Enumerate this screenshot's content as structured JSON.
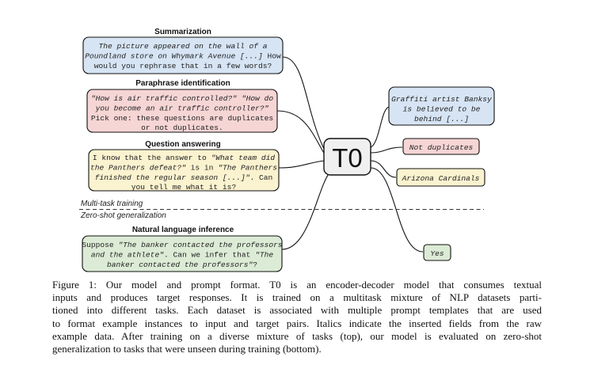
{
  "figure": {
    "model": {
      "label": "T0",
      "fill": "#f0f0f0"
    },
    "tasks": [
      {
        "id": "summarization",
        "title": "Summarization",
        "fill": "#d6e4f4",
        "lines": [
          [
            {
              "t": "The picture appeared on the wall of a",
              "it": true
            }
          ],
          [
            {
              "t": "Poundland store on Whymark Avenue [...]",
              "it": true
            },
            {
              "t": " How",
              "it": false
            }
          ],
          [
            {
              "t": "would you rephrase that in a few words?",
              "it": false
            }
          ]
        ]
      },
      {
        "id": "paraphrase",
        "title": "Paraphrase identification",
        "fill": "#f6d5d5",
        "lines": [
          [
            {
              "t": "\"How is air traffic controlled?\" \"How do",
              "it": true
            }
          ],
          [
            {
              "t": "you become an air traffic controller?\"",
              "it": true
            }
          ],
          [
            {
              "t": "Pick one: these questions are duplicates",
              "it": false
            }
          ],
          [
            {
              "t": "or not duplicates.",
              "it": false
            }
          ]
        ]
      },
      {
        "id": "qa",
        "title": "Question answering",
        "fill": "#fbf2cf",
        "lines": [
          [
            {
              "t": "I know that the answer to ",
              "it": false
            },
            {
              "t": "\"What team did",
              "it": true
            }
          ],
          [
            {
              "t": "the Panthers defeat?\"",
              "it": true
            },
            {
              "t": " is in ",
              "it": false
            },
            {
              "t": "\"The Panthers",
              "it": true
            }
          ],
          [
            {
              "t": "finished the regular season [...]\"",
              "it": true
            },
            {
              "t": ". Can",
              "it": false
            }
          ],
          [
            {
              "t": "you tell me what it is?",
              "it": false
            }
          ]
        ]
      },
      {
        "id": "nli",
        "title": "Natural language inference",
        "fill": "#dcebd5",
        "lines": [
          [
            {
              "t": "Suppose ",
              "it": false
            },
            {
              "t": "\"The banker contacted the professors",
              "it": true
            }
          ],
          [
            {
              "t": "and the athlete\"",
              "it": true
            },
            {
              "t": ". Can we infer that ",
              "it": false
            },
            {
              "t": "\"The",
              "it": true
            }
          ],
          [
            {
              "t": "banker contacted the professors\"",
              "it": true
            },
            {
              "t": "?",
              "it": false
            }
          ]
        ]
      }
    ],
    "outputs": [
      {
        "id": "out-summary",
        "fill": "#d6e4f4",
        "lines": [
          "Graffiti artist Banksy",
          "is believed to be",
          "behind [...]"
        ]
      },
      {
        "id": "out-paraphrase",
        "fill": "#f6d5d5",
        "lines": [
          "Not duplicates"
        ]
      },
      {
        "id": "out-qa",
        "fill": "#fbf2cf",
        "lines": [
          "Arizona Cardinals"
        ]
      },
      {
        "id": "out-nli",
        "fill": "#dcebd5",
        "lines": [
          "Yes"
        ]
      }
    ],
    "divider": {
      "top_label": "Multi-task training",
      "bottom_label": "Zero-shot generalization"
    }
  },
  "caption": {
    "lines": [
      "Figure 1: Our model and prompt format. T0 is an encoder-decoder model that consumes textual",
      "inputs and produces target responses. It is trained on a multitask mixture of NLP datasets parti-",
      "tioned into different tasks. Each dataset is associated with multiple prompt templates that are used",
      "to format example instances to input and target pairs. Italics indicate the inserted fields from the raw",
      "example data. After training on a diverse mixture of tasks (top), our model is evaluated on zero-shot",
      "generalization to tasks that were unseen during training (bottom)."
    ]
  }
}
